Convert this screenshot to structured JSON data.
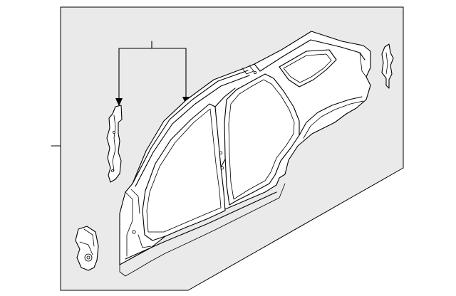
{
  "diagram": {
    "kind": "exploded-parts-illustration",
    "colors": {
      "background": "#ffffff",
      "panel": "#eaeaea",
      "line": "#000000",
      "part_fill": "#ffffff"
    },
    "parts": [
      {
        "id": "side-panel-assembly",
        "icon": "body-side-panel"
      },
      {
        "id": "pillar-reinforcement",
        "icon": "reinforcement-bracket"
      },
      {
        "id": "lower-bracket",
        "icon": "mounting-bracket"
      },
      {
        "id": "rear-bracket",
        "icon": "small-bracket"
      }
    ]
  }
}
